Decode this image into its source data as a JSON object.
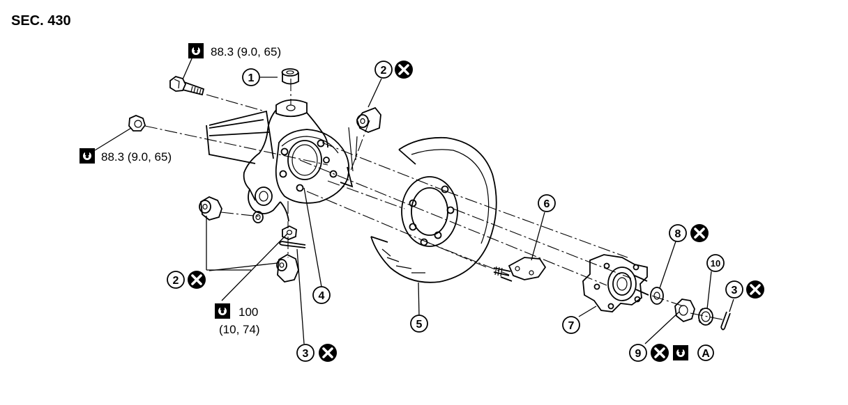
{
  "section": "SEC. 430",
  "torque": {
    "upper_bolt": "88.3 (9.0, 65)",
    "nut": "88.3 (9.0, 65)",
    "lower_line1": "100",
    "lower_line2": "(10, 74)"
  },
  "callouts": {
    "c1": "1",
    "c2a": "2",
    "c2b": "2",
    "c3a": "3",
    "c3b": "3",
    "c4": "4",
    "c5": "5",
    "c6": "6",
    "c7": "7",
    "c8": "8",
    "c9": "9",
    "c10": "10",
    "cA": "A"
  },
  "symbols": {
    "torque": "torque-wrench-icon",
    "no_reuse": "do-not-reuse-icon"
  }
}
